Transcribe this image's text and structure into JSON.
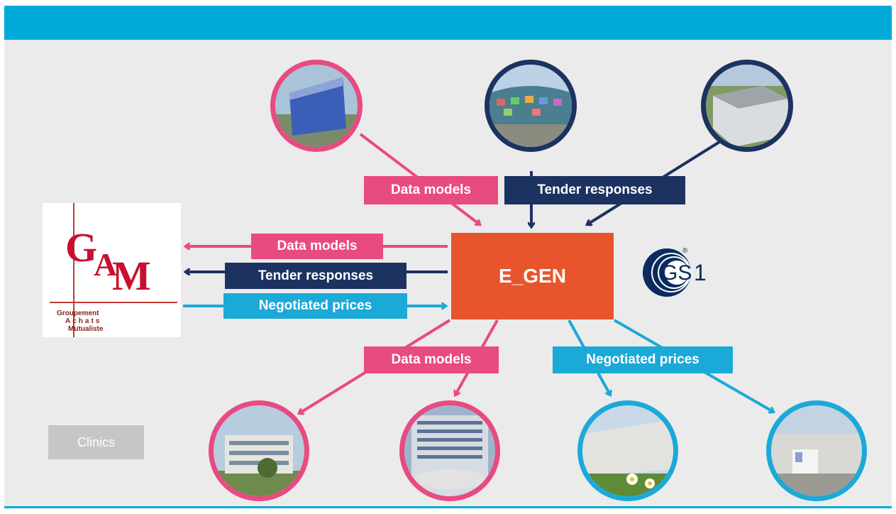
{
  "center": {
    "label": "E_GEN",
    "color": "#e8552c"
  },
  "colors": {
    "pink": "#e84a82",
    "navy": "#1c3260",
    "cyan": "#1ba9d8",
    "header": "#00aad8",
    "background": "#ebebeb"
  },
  "labels": {
    "top_data_models": "Data models",
    "top_tender_responses": "Tender responses",
    "left_data_models": "Data models",
    "left_tender_responses": "Tender responses",
    "left_negotiated_prices": "Negotiated prices",
    "bottom_data_models": "Data models",
    "bottom_negotiated_prices": "Negotiated prices"
  },
  "gam_logo": {
    "letters": "GAM",
    "line1": "Groupement",
    "line2": "Achats",
    "line3": "Mutualiste"
  },
  "gs1_logo": {
    "text": "GS1",
    "registered": "®"
  },
  "clinics_label": "Clinics"
}
